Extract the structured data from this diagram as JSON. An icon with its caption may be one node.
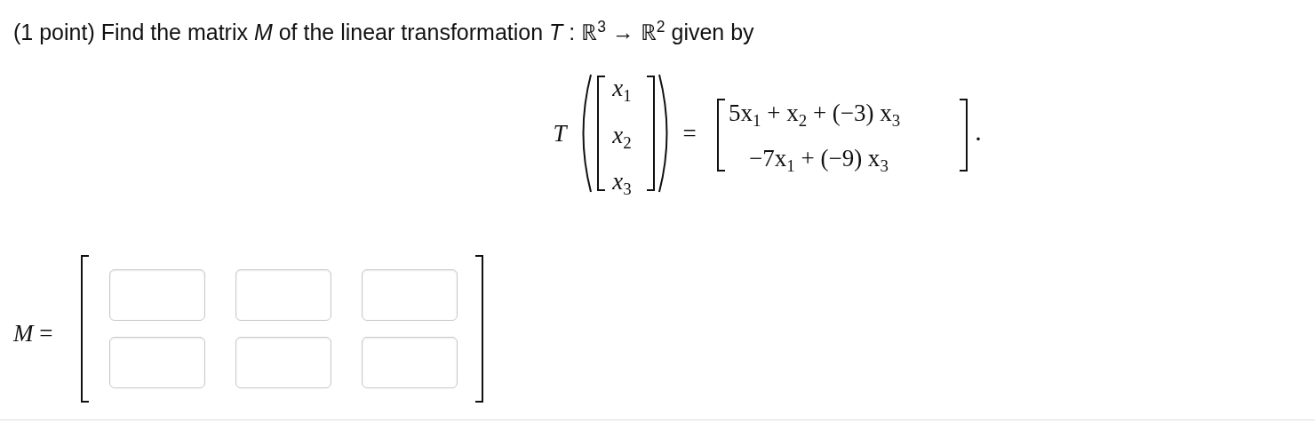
{
  "diagram": {
    "title": "(1 point) Find the matrix *M* of the linear transformation *T* : ℝ$^{3}$ → ℝ$^{2}$ given by",
    "nodes": [
      {
        "text": [],
        "shape": "box"
      },
      {
        "text": [],
        "shape": "box"
      },
      {
        "text": [],
        "shape": "box"
      },
      {
        "text": [],
        "shape": "box"
      },
      {
        "text": [],
        "shape": "box"
      },
      {
        "text": [],
        "shape": "box"
      }
    ],
    "labels": [
      "*T*",
      "*x*$_{1}$",
      "*x*$_{2}$",
      "*x*$_{3}$",
      "=",
      "5x$_{1}$ + x$_{2}$ + (−3) x$_{3}$",
      "−7x$_{1}$ + (−9) x$_{3}$",
      ".",
      "*M* ="
    ]
  }
}
